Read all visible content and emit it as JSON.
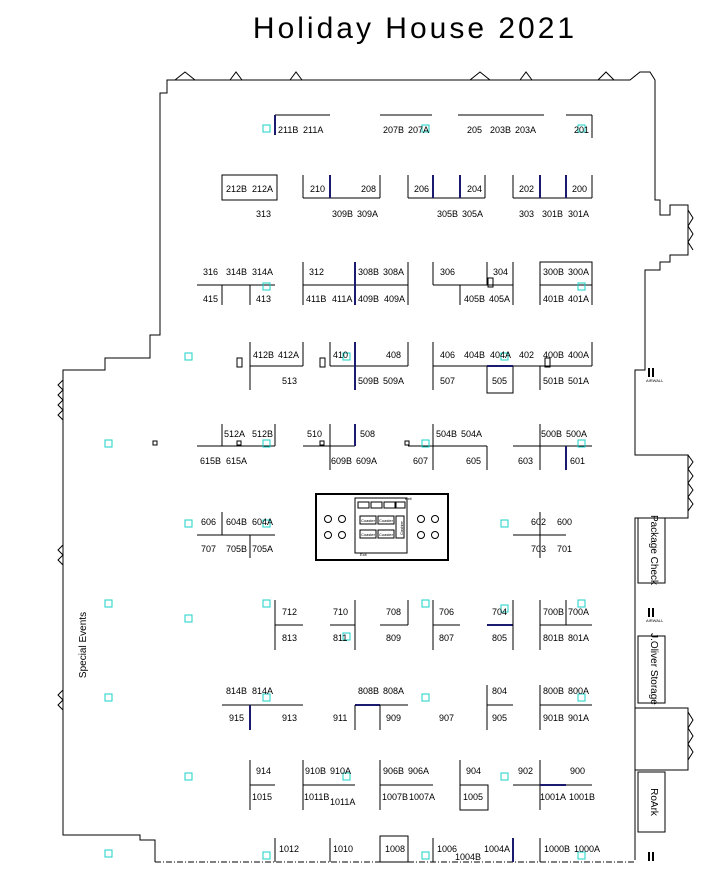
{
  "title": "Holiday House 2021",
  "labels": {
    "special_events": "Special Events",
    "package_check": "Package Check",
    "j_oliver_storage": "J.Oliver Storage",
    "roark": "RoArk",
    "airwall": "AIRWALL",
    "exit": "Exit",
    "coaster": "Coaster",
    "cashier": "Cashier"
  },
  "booths": [
    "211B",
    "211A",
    "207B",
    "207A",
    "205",
    "203B",
    "203A",
    "201",
    "212B",
    "212A",
    "210",
    "208",
    "206",
    "204",
    "202",
    "200",
    "313",
    "309B",
    "309A",
    "305B",
    "305A",
    "303",
    "301B",
    "301A",
    "316",
    "314B",
    "314A",
    "312",
    "308B",
    "308A",
    "306",
    "304",
    "300B",
    "300A",
    "415",
    "413",
    "411B",
    "411A",
    "409B",
    "409A",
    "405B",
    "405A",
    "401B",
    "401A",
    "412B",
    "412A",
    "410",
    "408",
    "406",
    "404B",
    "404A",
    "402",
    "400B",
    "400A",
    "513",
    "509B",
    "509A",
    "507",
    "505",
    "501B",
    "501A",
    "512A",
    "512B",
    "510",
    "508",
    "504B",
    "504A",
    "500B",
    "500A",
    "615B",
    "615A",
    "609B",
    "609A",
    "607",
    "605",
    "603",
    "601",
    "606",
    "604B",
    "604A",
    "602",
    "600",
    "707",
    "705B",
    "705A",
    "703",
    "701",
    "712",
    "710",
    "708",
    "706",
    "704",
    "700B",
    "700A",
    "813",
    "811",
    "809",
    "807",
    "805",
    "801B",
    "801A",
    "814B",
    "814A",
    "808B",
    "808A",
    "804",
    "800B",
    "800A",
    "915",
    "913",
    "911",
    "909",
    "907",
    "905",
    "901B",
    "901A",
    "914",
    "910B",
    "910A",
    "906B",
    "906A",
    "904",
    "902",
    "900",
    "1015",
    "1011B",
    "1011A",
    "1007B",
    "1007A",
    "1005",
    "1001A",
    "1001B",
    "1012",
    "1010",
    "1008",
    "1006",
    "1004B",
    "1004A",
    "1000B",
    "1000A"
  ]
}
